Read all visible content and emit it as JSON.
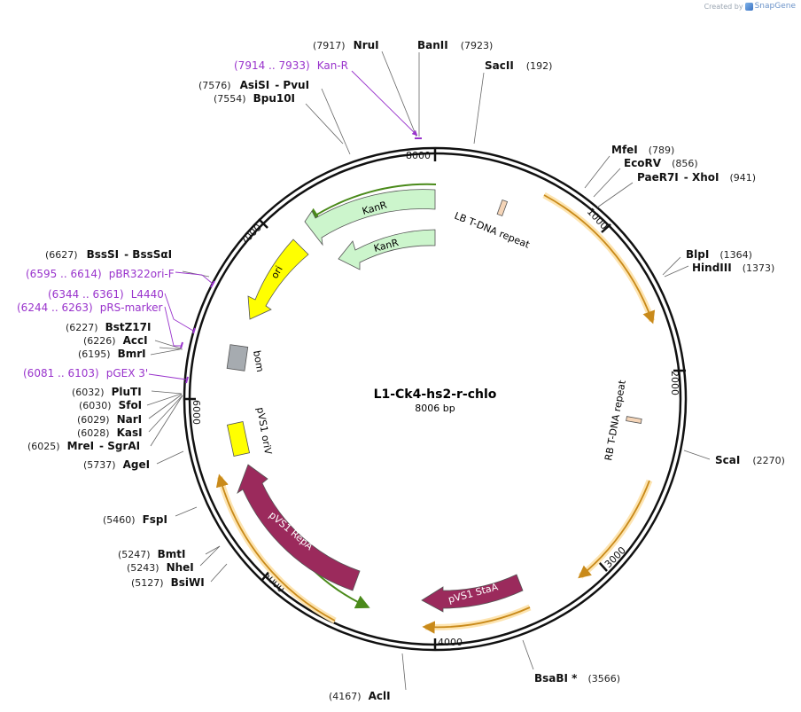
{
  "credit": {
    "prefix": "Created by",
    "brand": "SnapGene"
  },
  "plasmid": {
    "name": "L1-Ck4-hs2-r-chlo",
    "length_label": "8006 bp"
  },
  "ticks": [
    "8000",
    "1000",
    "2000",
    "3000",
    "4000",
    "5000",
    "6000",
    "7000"
  ],
  "sites": [
    {
      "name": "NruI",
      "pos": "(7917)"
    },
    {
      "name": "BanII",
      "pos": "(7923)"
    },
    {
      "name": "SacII",
      "pos": "(192)"
    },
    {
      "name": "AsiSI",
      "name2": "PvuI",
      "pos": "(7576)"
    },
    {
      "name": "Bpu10I",
      "pos": "(7554)"
    },
    {
      "name": "MfeI",
      "pos": "(789)"
    },
    {
      "name": "EcoRV",
      "pos": "(856)"
    },
    {
      "name": "PaeR7I",
      "name2": "XhoI",
      "pos": "(941)"
    },
    {
      "name": "BlpI",
      "pos": "(1364)"
    },
    {
      "name": "HindIII",
      "pos": "(1373)"
    },
    {
      "name": "BssSI",
      "name2": "BssSαI",
      "pos": "(6627)"
    },
    {
      "name": "BstZ17I",
      "pos": "(6227)"
    },
    {
      "name": "AccI",
      "pos": "(6226)"
    },
    {
      "name": "BmrI",
      "pos": "(6195)"
    },
    {
      "name": "PluTI",
      "pos": "(6032)"
    },
    {
      "name": "SfoI",
      "pos": "(6030)"
    },
    {
      "name": "NarI",
      "pos": "(6029)"
    },
    {
      "name": "KasI",
      "pos": "(6028)"
    },
    {
      "name": "MreI",
      "name2": "SgrAI",
      "pos": "(6025)"
    },
    {
      "name": "AgeI",
      "pos": "(5737)"
    },
    {
      "name": "ScaI",
      "pos": "(2270)"
    },
    {
      "name": "FspI",
      "pos": "(5460)"
    },
    {
      "name": "BmtI",
      "pos": "(5247)"
    },
    {
      "name": "NheI",
      "pos": "(5243)"
    },
    {
      "name": "BsiWI",
      "pos": "(5127)"
    },
    {
      "name": "BsaBI *",
      "pos": "(3566)"
    },
    {
      "name": "AclI",
      "pos": "(4167)"
    }
  ],
  "primers": [
    {
      "range": "(7914 .. 7933)",
      "name": "Kan-R"
    },
    {
      "range": "(6595 .. 6614)",
      "name": "pBR322ori-F"
    },
    {
      "range": "(6344 .. 6361)",
      "name": "L4440"
    },
    {
      "range": "(6244 .. 6263)",
      "name": "pRS-marker"
    },
    {
      "range": "(6081 .. 6103)",
      "name": "pGEX 3'"
    }
  ],
  "features": [
    {
      "name": "KanR",
      "type": "gene"
    },
    {
      "name": "KanR",
      "type": "gene"
    },
    {
      "name": "ori",
      "type": "origin"
    },
    {
      "name": "bom",
      "type": "misc"
    },
    {
      "name": "LB T-DNA repeat",
      "type": "repeat"
    },
    {
      "name": "RB T-DNA repeat",
      "type": "repeat"
    },
    {
      "name": "pVS1 oriV",
      "type": "origin"
    },
    {
      "name": "pVS1 RepA",
      "type": "gene"
    },
    {
      "name": "pVS1 StaA",
      "type": "gene"
    }
  ],
  "colors": {
    "backbone": "#111111",
    "primer": "#9933cc",
    "kanr": "#ccf5cc",
    "ori": "#ffff00",
    "bom": "#a6abb0",
    "repeat": "#f5d5b8",
    "oriv": "#ffff00",
    "pvs1": "#9b2a5c",
    "orf_arc": "#c98a1a",
    "orf_glow": "#fde4b0",
    "green_arc": "#4a8a1a"
  }
}
